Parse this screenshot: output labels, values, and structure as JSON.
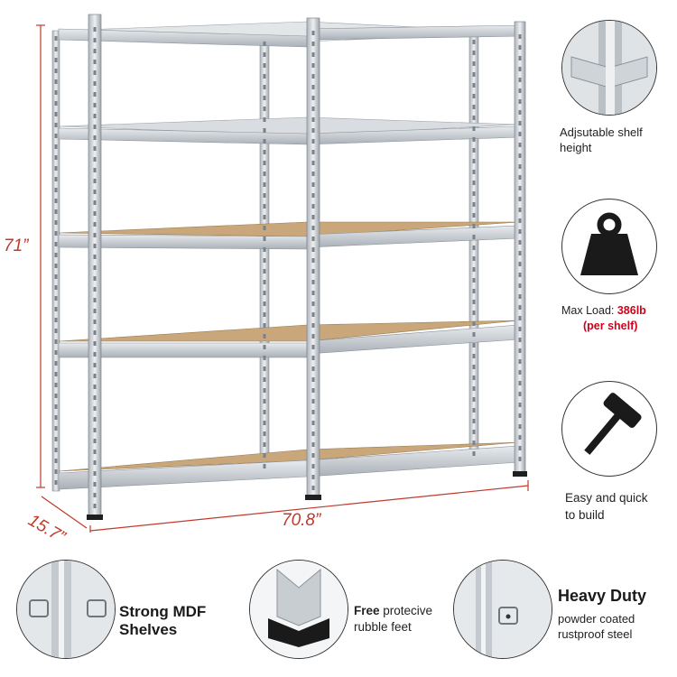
{
  "dimensions": {
    "height": "71”",
    "width": "70.8”",
    "depth": "15.7”"
  },
  "features": {
    "adjustable": {
      "line1": "Adjsutable shelf",
      "line2": "height",
      "icon": "bracket-icon"
    },
    "max_load": {
      "prefix": "Max Load: ",
      "value": "386lb",
      "note": "(per shelf)",
      "icon": "weight-icon"
    },
    "easy_build": {
      "line1": "Easy and quick",
      "line2": "to build",
      "icon": "mallet-icon"
    }
  },
  "bottom": {
    "mdf": {
      "line1": "Strong MDF",
      "line2": "Shelves"
    },
    "feet": {
      "bold": "Free",
      "rest": " protecive",
      "line2": "rubble feet"
    },
    "duty": {
      "title": "Heavy Duty",
      "line1": "powder coated",
      "line2": "rustproof steel"
    }
  },
  "colors": {
    "dimension_red": "#c0392b",
    "accent_red": "#d0021b",
    "mdf_board": "#c9a77a",
    "steel": "#c8cdd2"
  }
}
